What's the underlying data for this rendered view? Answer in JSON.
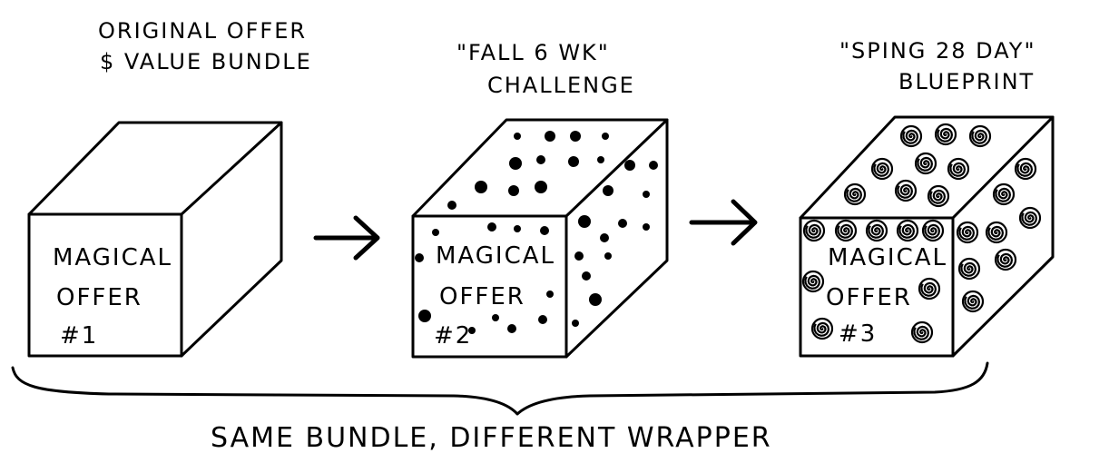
{
  "boxes": [
    {
      "header": [
        "Original offer",
        "$ Value Bundle"
      ],
      "label": [
        "Magical",
        "Offer",
        "#1"
      ],
      "pattern": "plain"
    },
    {
      "header": [
        "\"Fall 6 WK\"",
        "Challenge"
      ],
      "label": [
        "Magical",
        "Offer",
        "#2"
      ],
      "pattern": "dots"
    },
    {
      "header": [
        "\"Sping 28 Day\"",
        "Blueprint"
      ],
      "label": [
        "Magical",
        "Offer",
        "#3"
      ],
      "pattern": "spirals"
    }
  ],
  "caption": "Same Bundle, Different Wrapper",
  "colors": {
    "ink": "#000000",
    "paper": "#ffffff"
  },
  "icons": [
    "right-arrow-icon",
    "right-arrow-icon",
    "curly-brace-icon"
  ]
}
